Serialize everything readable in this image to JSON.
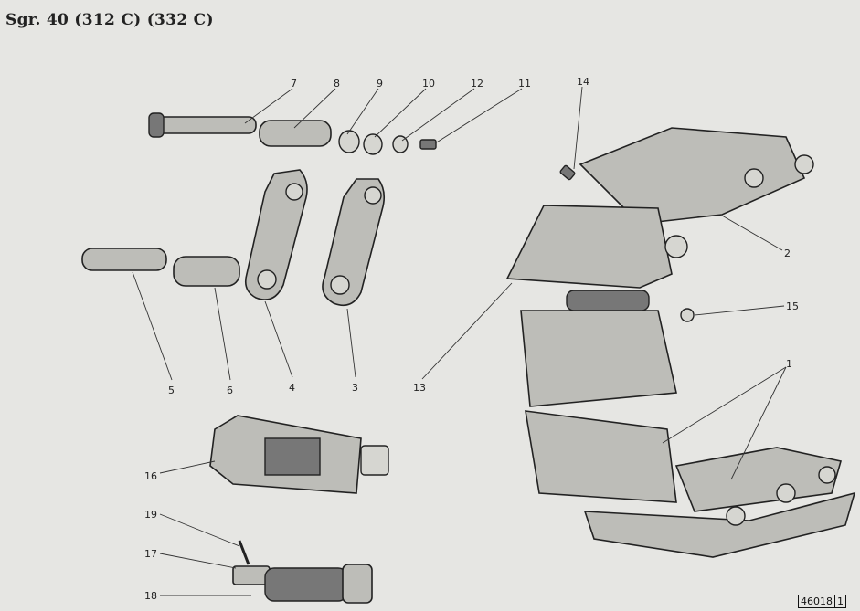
{
  "title": "Sgr. 40 (312 C) (332 C)",
  "drawing_number": [
    "46018",
    "1"
  ],
  "callouts": {
    "c1": "1",
    "c2": "2",
    "c3": "3",
    "c4": "4",
    "c5": "5",
    "c6": "6",
    "c7": "7",
    "c8": "8",
    "c9": "9",
    "c10": "10",
    "c11": "11",
    "c12": "12",
    "c13": "13",
    "c14": "14",
    "c15": "15",
    "c16": "16",
    "c17": "17",
    "c18": "18",
    "c19": "19"
  }
}
